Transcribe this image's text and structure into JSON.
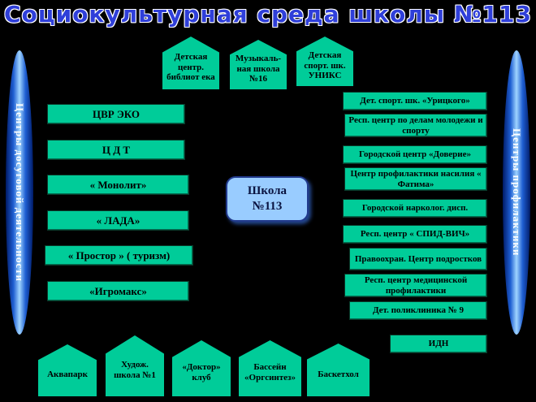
{
  "title": "Социокультурная среда школы №113",
  "left_capsule": "Центры досуговой деятельности",
  "right_capsule": "Центры профилактики",
  "school": {
    "line1": "Школа",
    "line2": "№113"
  },
  "top_items": [
    "Детская центр. библиот ека",
    "Музыкаль-ная школа №16",
    "Детская спорт. шк. УНИКС"
  ],
  "left_items": [
    "ЦВР ЭКО",
    "Ц Д Т",
    "« Монолит»",
    "« ЛАДА»",
    "« Простор » ( туризм)",
    "«Игромакс»"
  ],
  "right_items": [
    "Дет. спорт. шк. «Урицкого»",
    "Респ. центр по делам молодежи и спорту",
    "Городской центр «Доверие»",
    "Центр профилактики насилия « Фатима»",
    "Городской нарколог. дисп.",
    "Респ. центр « СПИД-ВИЧ»",
    "Правоохран. Центр подростков",
    "Респ. центр медицинской профилактики",
    "Дет. поликлиника № 9",
    "ИДН"
  ],
  "bottom_items": [
    "Аквапарк",
    "Худож. школа №1",
    "«Доктор» клуб",
    "Бассейн «Оргсинтез»",
    "Баскетхол"
  ],
  "colors": {
    "background": "#000000",
    "node_green": "#00cc99",
    "school_fill": "#99ccff",
    "school_border": "#223a8c",
    "title_blue": "#2f3fd9",
    "capsule_blue": "#1e5ed2",
    "capsule_dark": "#001a66"
  }
}
